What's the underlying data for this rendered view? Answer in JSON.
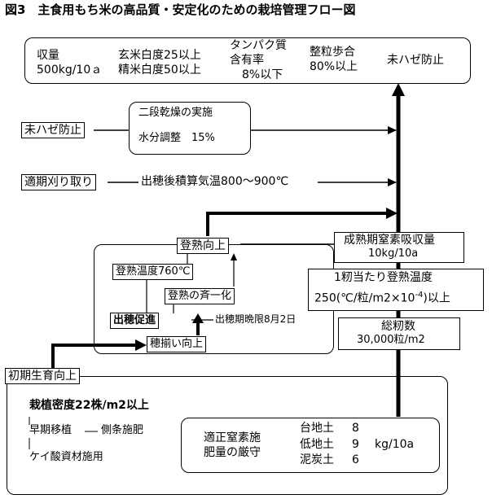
{
  "title": "図3　主食用もち米の高品質・安定化のための栽培管理フロー図",
  "top_box": {
    "yield_label": "収量",
    "yield_value": "500kg/10ａ",
    "brown_white": "玄米白度25以上",
    "polished_white": "精米白度50以上",
    "protein_1": "タンパク質",
    "protein_2": "含有率",
    "protein_3": "8%以下",
    "whole_1": "整粒歩合",
    "whole_2": "80%以上",
    "prevent": "未ハゼ防止"
  },
  "mihaze": "未ハゼ防止",
  "drying_1": "二段乾燥の実施",
  "drying_2": "水分調整　15%",
  "harvest": "適期刈り取り",
  "heading_temp": "出穂後積算気温800～900℃",
  "ripening_up": "登熟向上",
  "ripening_temp": "登熟温度760℃",
  "ripening_even": "登熟の斉一化",
  "heading_promote": "出穂促進",
  "heading_deadline": "出穂期晩限8月2日",
  "heading_uniform": "穂揃い向上",
  "nitrogen_1": "成熟期窒素吸収量",
  "nitrogen_2": "10kg/10a",
  "per_grain_1": "1籾当たり登熟温度",
  "per_grain_2": "250(℃/粒/m2×10",
  "per_grain_exp": "-4",
  "per_grain_3": ")以上",
  "total_1": "総籾数",
  "total_2": "30,000粒/m2",
  "early_growth": "初期生育向上",
  "density": "栽植密度22株/m2以上",
  "early_transplant": "早期移植",
  "side_fert": "側条施肥",
  "silicate": "ケイ酸資材施用",
  "n_box_1": "適正窒素施",
  "n_box_2": "肥量の厳守",
  "soil_1": "台地土",
  "soil_2": "低地土",
  "soil_3": "泥炭土",
  "val_1": "8",
  "val_2": "9",
  "val_3": "6",
  "unit": "kg/10a"
}
